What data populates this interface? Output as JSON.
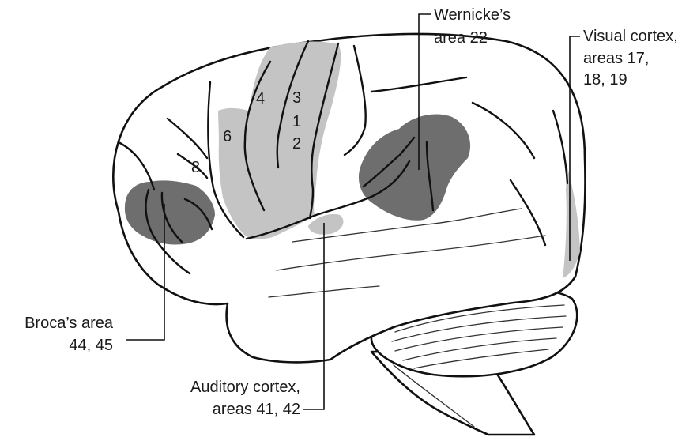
{
  "labels": {
    "wernicke": {
      "line1": "Wernicke’s",
      "line2": "area 22"
    },
    "visual": {
      "line1": "Visual cortex,",
      "line2": "areas 17,",
      "line3": "18, 19"
    },
    "broca": {
      "line1": "Broca’s area",
      "line2": "44, 45"
    },
    "auditory": {
      "line1": "Auditory cortex,",
      "line2": "areas 41, 42"
    }
  },
  "area_numbers": {
    "a4": "4",
    "a3": "3",
    "a1": "1",
    "a2": "2",
    "a6": "6",
    "a8": "8"
  },
  "colors": {
    "outline": "#111111",
    "light_region": "#c4c4c4",
    "dark_region": "#6e6e6e",
    "background": "#ffffff"
  }
}
